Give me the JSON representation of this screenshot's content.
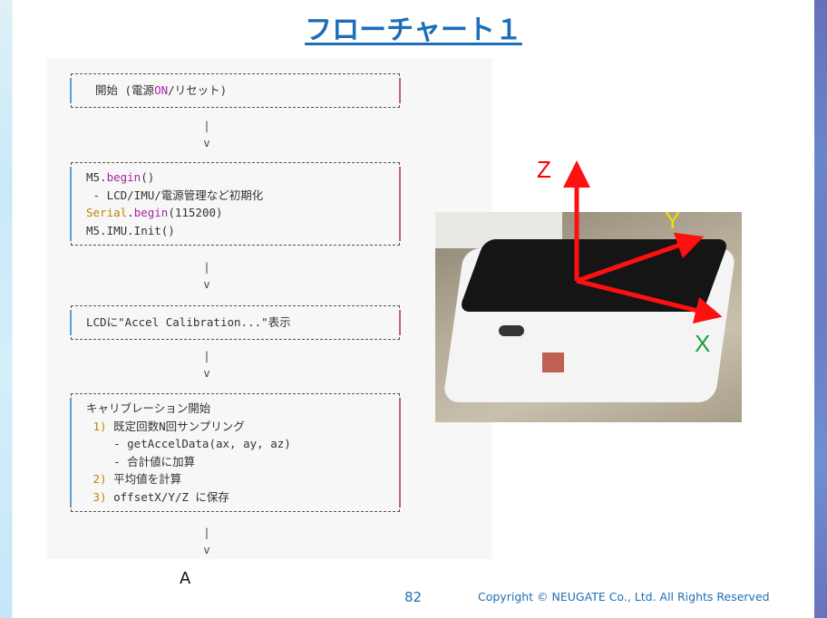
{
  "title": "フローチャート１",
  "flow": {
    "box1": [
      "開始 (電源",
      "ON",
      "/リセット)"
    ],
    "box2": {
      "l1a": "M5.",
      "l1b": "begin",
      "l1c": "()",
      "l2": " - LCD/IMU/電源管理など初期化",
      "l3a": "Serial",
      "l3b": ".",
      "l3c": "begin",
      "l3d": "(115200)",
      "l4": "M5.IMU.Init()"
    },
    "box3": "LCDに\"Accel Calibration...\"表示",
    "box4": {
      "l1": "キャリブレーション開始",
      "n1": "1)",
      "l2": " 既定回数N回サンプリング",
      "l3": "    - getAccelData(ax, ay, az)",
      "l4": "    - 合計値に加算",
      "n2": "2)",
      "l5": " 平均値を計算",
      "n3": "3)",
      "l6": " offsetX/Y/Z に保存"
    },
    "pipe": "|",
    "arrow": "v"
  },
  "axes": {
    "z": "Z",
    "y": "Y",
    "x": "X",
    "colors": {
      "z": "#ff0000",
      "y": "#f0e000",
      "x": "#1aa040",
      "arrow": "#ff1010"
    }
  },
  "footer": {
    "label": "A",
    "page": "82",
    "copyright": "Copyright © NEUGATE Co., Ltd. All Rights Reserved"
  }
}
